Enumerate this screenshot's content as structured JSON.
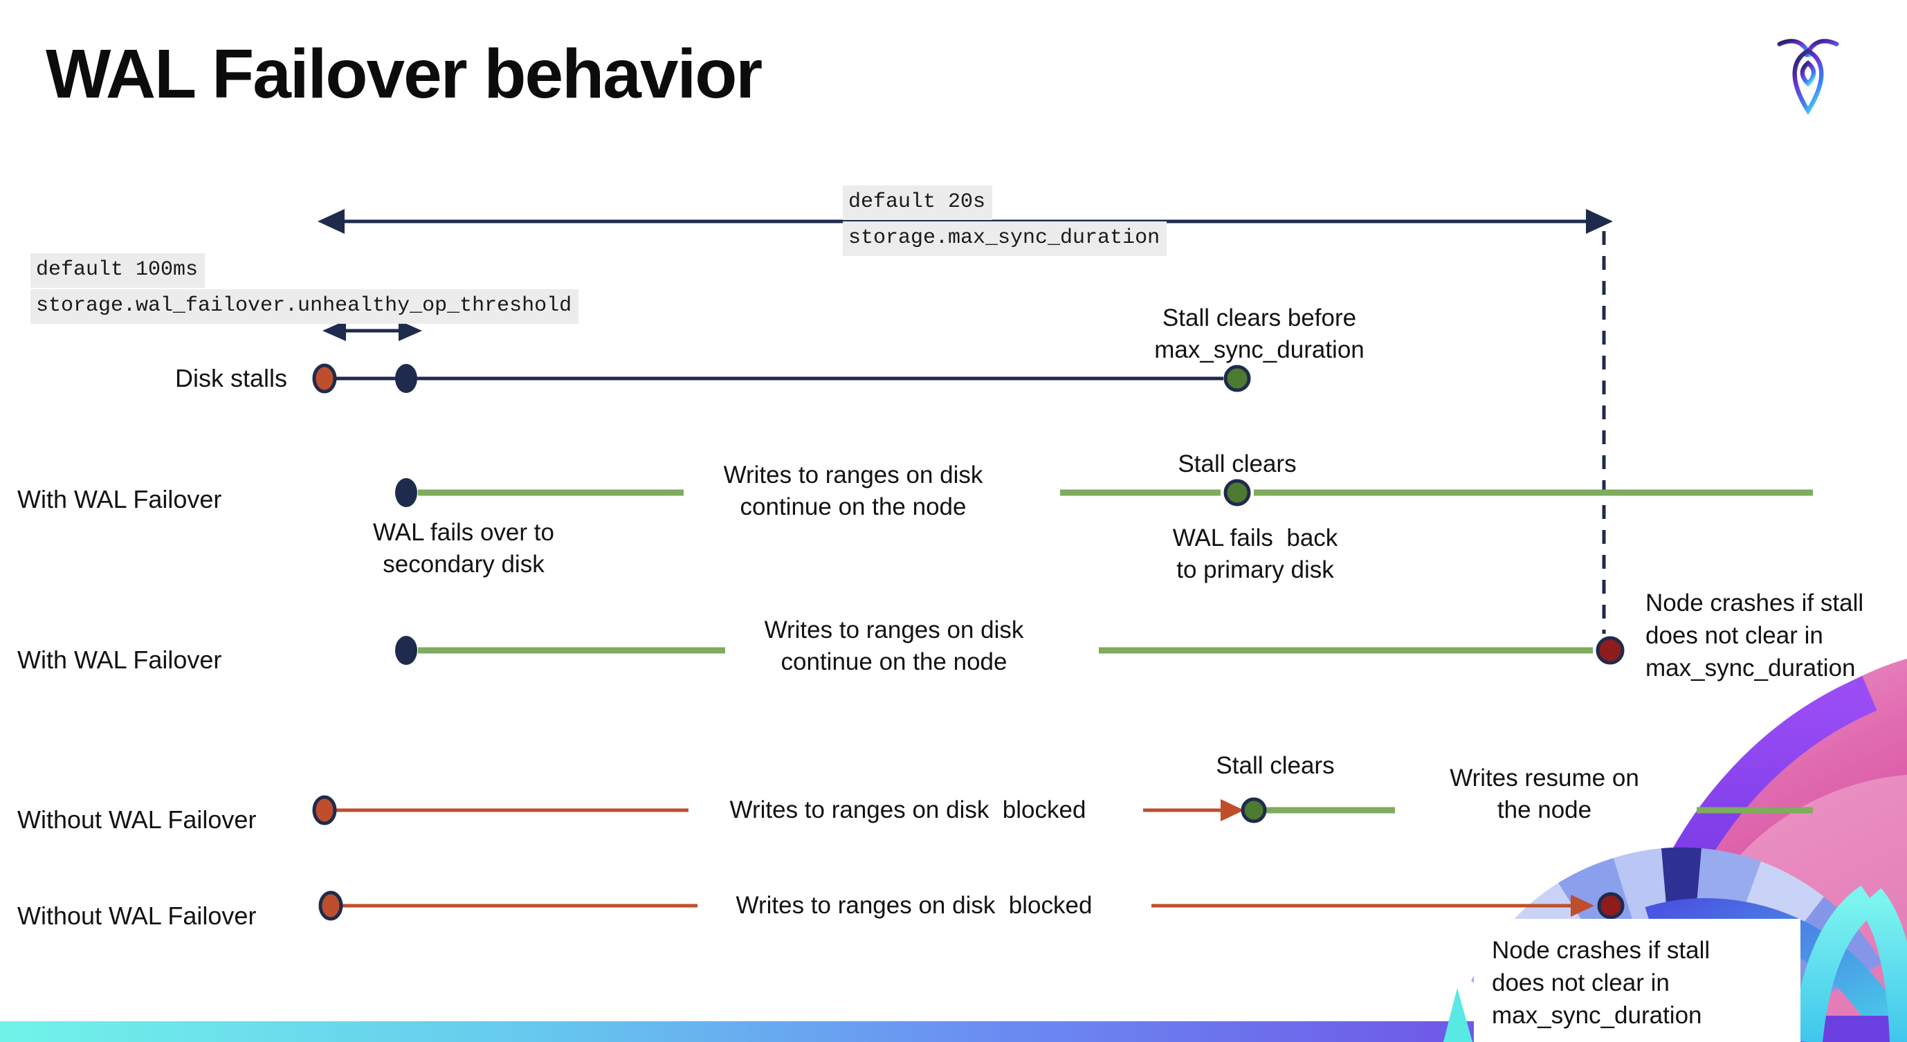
{
  "header": {
    "title": "WAL Failover behavior"
  },
  "icons": {
    "logo": "cockroachdb-logo"
  },
  "colors": {
    "navy": "#1f2b4d",
    "red": "#bf4e2c",
    "dark_red": "#8e1c1b",
    "green_line": "#7dac5c",
    "green_dot": "#4d7a31",
    "code_bg": "#ececec",
    "bar1": "#70f3e9",
    "bar2": "#66c9ee",
    "bar3": "#6a8df2",
    "bar4": "#6e5ce8",
    "bar5": "#6f3fe0"
  },
  "settings": {
    "max_sync": {
      "default_value": "default 20s",
      "setting_name": "storage.max_sync_duration"
    },
    "unhealthy_op": {
      "default_value": "default 100ms",
      "setting_name": "storage.wal_failover.unhealthy_op_threshold"
    }
  },
  "rows": [
    "Disk stalls",
    "With WAL Failover",
    "With WAL Failover",
    "Without WAL Failover",
    "Without WAL Failover"
  ],
  "callouts": {
    "stall_clears_before": "Stall clears before\nmax_sync_duration",
    "writes_continue_r2": "Writes to ranges on disk\ncontinue on the node",
    "stall_clears_r2": "Stall clears",
    "wal_fails_over": "WAL fails over to\nsecondary disk",
    "wal_fails_back": "WAL fails  back\nto primary disk",
    "writes_continue_r3": "Writes to ranges on disk\ncontinue on the node",
    "node_crashes_r3": "Node crashes if stall\ndoes not clear in\nmax_sync_duration",
    "writes_blocked_r4": "Writes to ranges on disk  blocked",
    "stall_clears_r4": "Stall clears",
    "writes_resume": "Writes resume on\nthe node",
    "writes_blocked_r5": "Writes to ranges on disk  blocked",
    "node_crashes_r5": "Node crashes if stall\ndoes not clear in\nmax_sync_duration"
  }
}
